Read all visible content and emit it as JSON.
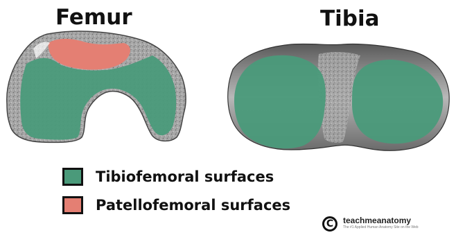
{
  "titles": {
    "femur": "Femur",
    "tibia": "Tibia"
  },
  "legend": [
    {
      "label": "Tibiofemoral surfaces",
      "color": "#4a9a7a"
    },
    {
      "label": "Patellofemoral surfaces",
      "color": "#e47f73"
    }
  ],
  "brand": {
    "mark": "C",
    "name": "teachmeanatomy",
    "tagline": "The #1 Applied Human Anatomy Site on the Web"
  },
  "colors": {
    "tibiofemoral": "#4a9a7a",
    "patellofemoral": "#e47f73",
    "bone": "#9a9a9a",
    "bone_dark": "#4a4a4a"
  }
}
